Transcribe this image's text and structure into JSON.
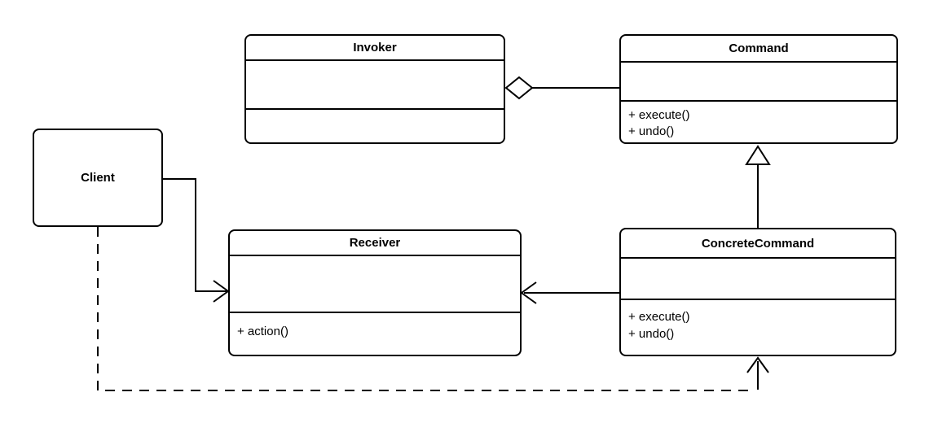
{
  "diagram": {
    "kind": "uml-class-diagram",
    "pattern": "Command design pattern",
    "background_color": "#ffffff",
    "stroke_color": "#000000"
  },
  "classes": {
    "invoker": {
      "name": "Invoker",
      "attributes": [],
      "methods": []
    },
    "command": {
      "name": "Command",
      "attributes": [],
      "methods": [
        "+ execute()",
        "+ undo()"
      ]
    },
    "client": {
      "name": "Client"
    },
    "receiver": {
      "name": "Receiver",
      "attributes": [],
      "methods": [
        "+ action()"
      ]
    },
    "concrete_command": {
      "name": "ConcreteCommand",
      "attributes": [],
      "methods": [
        "+ execute()",
        "+ undo()"
      ]
    }
  },
  "relationships": [
    {
      "from": "Invoker",
      "to": "Command",
      "type": "aggregation",
      "line": "solid",
      "marker": "hollow-diamond-at-invoker"
    },
    {
      "from": "ConcreteCommand",
      "to": "Command",
      "type": "generalization",
      "line": "solid",
      "marker": "hollow-triangle-at-command"
    },
    {
      "from": "Client",
      "to": "Receiver",
      "type": "directed-association",
      "line": "solid",
      "marker": "open-arrow-at-receiver"
    },
    {
      "from": "ConcreteCommand",
      "to": "Receiver",
      "type": "directed-association",
      "line": "solid",
      "marker": "open-arrow-at-receiver"
    },
    {
      "from": "Client",
      "to": "ConcreteCommand",
      "type": "dependency",
      "line": "dashed",
      "marker": "open-arrow-at-concrete-command"
    }
  ]
}
